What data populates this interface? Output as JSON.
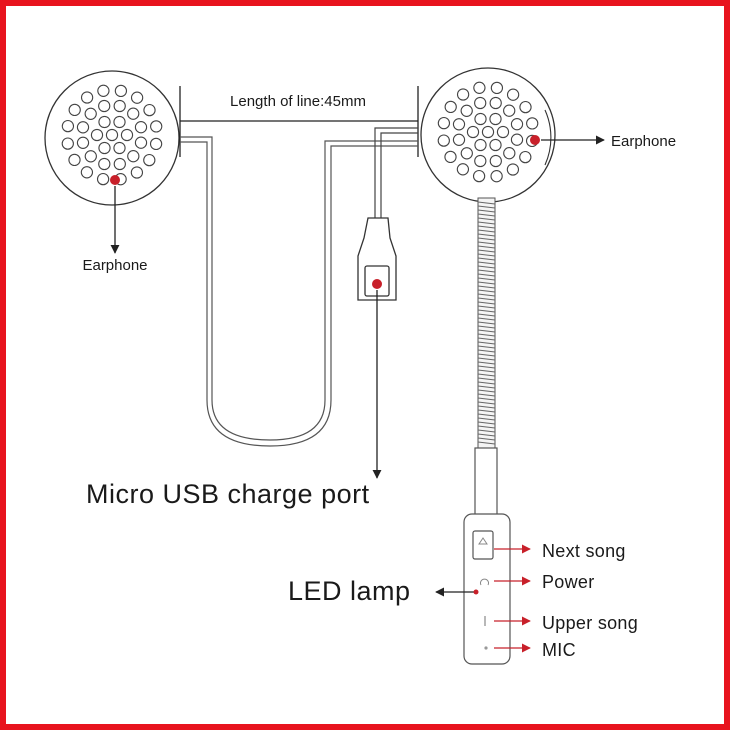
{
  "colors": {
    "border": "#e8141e",
    "marker": "#c8202a",
    "line": "#222222",
    "arrow_red": "#c8202a"
  },
  "labels": {
    "length": "Length of line:45mm",
    "earphone_left": "Earphone",
    "earphone_right": "Earphone",
    "usb_port": "Micro USB charge port",
    "led_lamp": "LED lamp",
    "next_song": "Next song",
    "power": "Power",
    "upper_song": "Upper song",
    "mic": "MIC"
  }
}
